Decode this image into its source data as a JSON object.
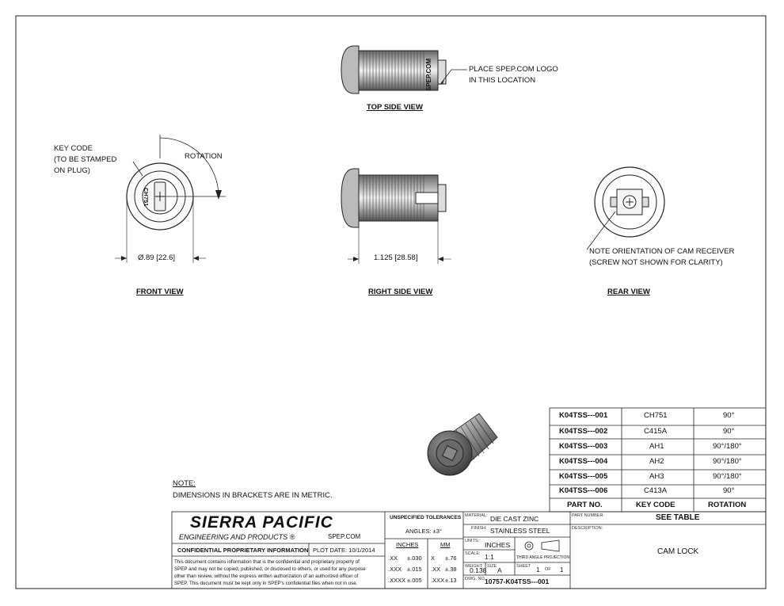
{
  "views": {
    "top_side": {
      "title": "TOP SIDE VIEW",
      "logo_text": "SPEP.COM",
      "note_line1": "PLACE SPEP.COM LOGO",
      "note_line2": "IN THIS LOCATION"
    },
    "front": {
      "title": "FRONT VIEW",
      "key_code_line1": "KEY CODE",
      "key_code_line2": "(TO BE STAMPED",
      "key_code_line3": "ON PLUG)",
      "stamp": "CH751",
      "rotation_label": "ROTATION",
      "dimension": "Ø.89 [22.6]"
    },
    "right_side": {
      "title": "RIGHT SIDE VIEW",
      "dimension": "1.125 [28.58]"
    },
    "rear": {
      "title": "REAR VIEW",
      "note_line1": "NOTE ORIENTATION OF CAM RECEIVER",
      "note_line2": "(SCREW NOT SHOWN FOR CLARITY)"
    }
  },
  "note": {
    "title": "NOTE:",
    "text": "DIMENSIONS IN BRACKETS ARE IN METRIC."
  },
  "parts_table": {
    "headers": [
      "PART NO.",
      "KEY CODE",
      "ROTATION"
    ],
    "rows": [
      [
        "K04TSS---001",
        "CH751",
        "90°"
      ],
      [
        "K04TSS---002",
        "C415A",
        "90°"
      ],
      [
        "K04TSS---003",
        "AH1",
        "90°/180°"
      ],
      [
        "K04TSS---004",
        "AH2",
        "90°/180°"
      ],
      [
        "K04TSS---005",
        "AH3",
        "90°/180°"
      ],
      [
        "K04TSS---006",
        "C413A",
        "90°"
      ]
    ]
  },
  "title_block": {
    "company": "SIERRA PACIFIC",
    "company_sub": "ENGINEERING AND PRODUCTS",
    "reg_mark": "®",
    "website": "SPEP.COM",
    "confidential": "CONFIDENTIAL PROPRIETARY INFORMATION",
    "plot_date_label": "PLOT DATE:",
    "plot_date": "10/1/2014",
    "disclaimer_1": "This document contains information that is the confidential and proprietary property of",
    "disclaimer_2": "SPEP and may not be copied, published, or disclosed to others, or used for any purpose",
    "disclaimer_3": "other than review, without the express written authorization of an authorized officer of",
    "disclaimer_4": "SPEP. This document must be kept only in SPEP's confidential files when not in use.",
    "tolerances_title": "UNSPECIFIED TOLERANCES",
    "angles": "ANGLES: ±3°",
    "inches_header": "INCHES",
    "mm_header": "MM",
    "tol_inch": [
      [
        ".XX",
        "±.030"
      ],
      [
        ".XXX",
        "±.015"
      ],
      [
        ".XXXX",
        "±.005"
      ]
    ],
    "tol_mm": [
      [
        "X",
        "±.76"
      ],
      [
        ".XX",
        "±.38"
      ],
      [
        ".XXX",
        "±.13"
      ]
    ],
    "material_label": "MATERIAL:",
    "material": "DIE CAST ZINC",
    "finish_label": "FINISH:",
    "finish": "STAINLESS STEEL",
    "units_label": "UNITS:",
    "units": "INCHES",
    "projection": "THIRD ANGLE PROJECTION",
    "scale_label": "SCALE:",
    "scale": "1:1",
    "weight_label": "WEIGHT:",
    "weight": "0.138",
    "size_label": "SIZE",
    "size": "A",
    "sheet_label": "SHEET",
    "sheet": "1",
    "of_label": "OF",
    "sheets": "1",
    "dwg_label": "DWG. NO.",
    "dwg_no": "10757-K04TSS---001",
    "part_number_label": "PART NUMBER:",
    "part_number": "SEE TABLE",
    "description_label": "DESCRIPTION:",
    "description": "CAM LOCK"
  }
}
